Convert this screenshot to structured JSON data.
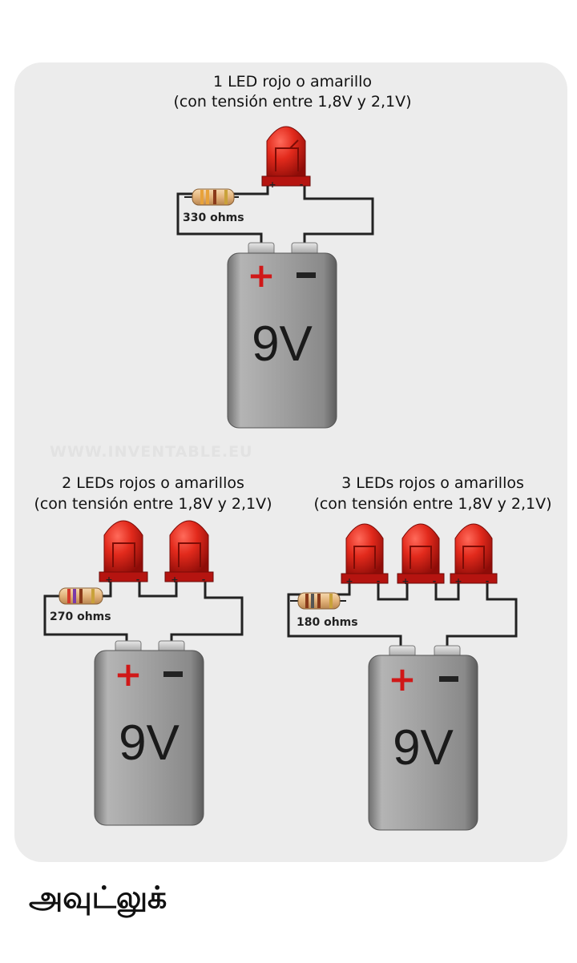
{
  "watermark": "WWW.INVENTABLE.EU",
  "circuits": [
    {
      "title": "1 LED rojo o amarillo",
      "subtitle": "(con tensión entre 1,8V y 2,1V)",
      "resistor_label": "330 ohms",
      "battery_label": "9V",
      "led_count": 1,
      "led_color": "#d42020"
    },
    {
      "title": "2 LEDs rojos o amarillos",
      "subtitle": "(con tensión entre 1,8V y 2,1V)",
      "resistor_label": "270 ohms",
      "battery_label": "9V",
      "led_count": 2,
      "led_color": "#d42020"
    },
    {
      "title": "3 LEDs rojos o amarillos",
      "subtitle": "(con tensión entre 1,8V y 2,1V)",
      "resistor_label": "180 ohms",
      "battery_label": "9V",
      "led_count": 3,
      "led_color": "#d42020"
    }
  ],
  "colors": {
    "wire": "#222222",
    "plus": "#d01818",
    "minus": "#222222"
  },
  "footer_text": "அவுட்லுக்"
}
